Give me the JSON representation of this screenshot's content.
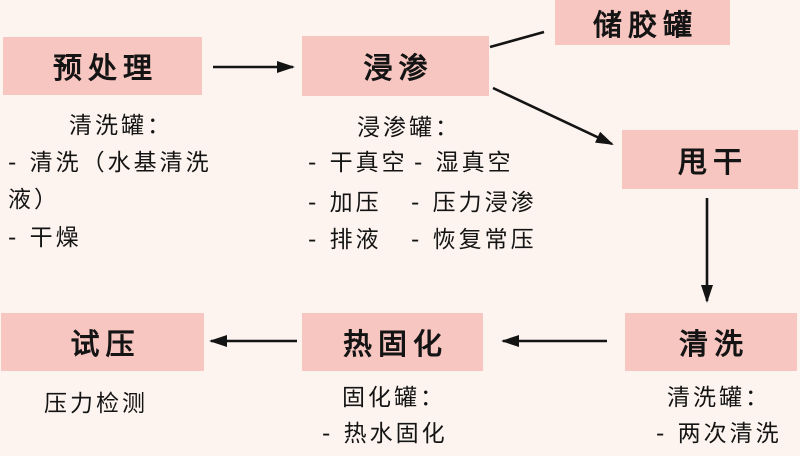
{
  "palette": {
    "background": "#fdf4ef",
    "node_fill": "#f8c6c1",
    "ink": "#141414"
  },
  "nodes": {
    "pretreatment": "预处理",
    "impregnation": "浸渗",
    "glue_tank": "储胶罐",
    "spin_dry": "甩干",
    "cleaning": "清洗",
    "heat_cure": "热固化",
    "pressure_test": "试压"
  },
  "notes": {
    "pretreatment": {
      "title": "清洗罐：",
      "line1": "- 清洗（水基清洗",
      "line2": "液）",
      "line3": "- 干燥"
    },
    "impregnation": {
      "title": "浸渗罐：",
      "col1": [
        "- 干真空",
        "- 加压",
        "- 排液"
      ],
      "col2": [
        "- 湿真空",
        "- 压力浸渗",
        "- 恢复常压"
      ]
    },
    "cleaning": {
      "title": "清洗罐：",
      "line1": "- 两次清洗"
    },
    "heat_cure": {
      "title": "固化罐：",
      "line1": "- 热水固化"
    },
    "pressure_test": {
      "line1": "压力检测"
    }
  },
  "edges": [
    {
      "from": "预处理",
      "to": "浸渗",
      "type": "arrow"
    },
    {
      "from": "浸渗",
      "to": "储胶罐",
      "type": "line"
    },
    {
      "from": "浸渗",
      "to": "甩干",
      "type": "arrow"
    },
    {
      "from": "甩干",
      "to": "清洗",
      "type": "arrow"
    },
    {
      "from": "清洗",
      "to": "热固化",
      "type": "arrow"
    },
    {
      "from": "热固化",
      "to": "试压",
      "type": "arrow"
    }
  ]
}
